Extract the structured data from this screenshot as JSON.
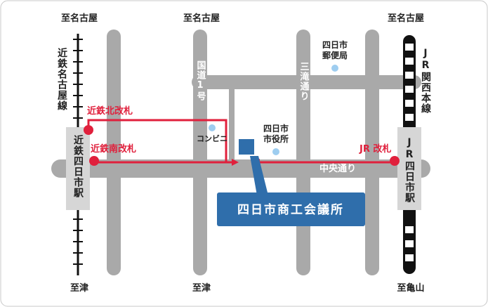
{
  "directions": {
    "top_left": "至名古屋",
    "top_center": "至名古屋",
    "top_right": "至名古屋",
    "bottom_left": "至津",
    "bottom_center": "至津",
    "bottom_right": "至亀山"
  },
  "railways": {
    "kintetsu_line": "近鉄名古屋線",
    "jr_line": "JR関西本線"
  },
  "stations": {
    "kintetsu": "近鉄四日市駅",
    "jr": "JR四日市駅"
  },
  "exits": {
    "kintetsu_north": "近鉄北改札",
    "kintetsu_south": "近鉄南改札",
    "jr": "JR 改札"
  },
  "roads": {
    "route1": "国道1号",
    "sankitakidori": "三滝通り",
    "chuo": "中央通り"
  },
  "landmarks": {
    "post_office": [
      "四日市",
      "郵便局"
    ],
    "city_hall": [
      "四日市",
      "市役所"
    ],
    "convenience_store": "コンビニ"
  },
  "destination": "四日市商工会議所",
  "colors": {
    "road": "#a9a9a9",
    "route": "#e0203c",
    "destination": "#2f6eab",
    "landmark_dot": "#9ecdf0",
    "station_box": "#d6d6d6"
  }
}
